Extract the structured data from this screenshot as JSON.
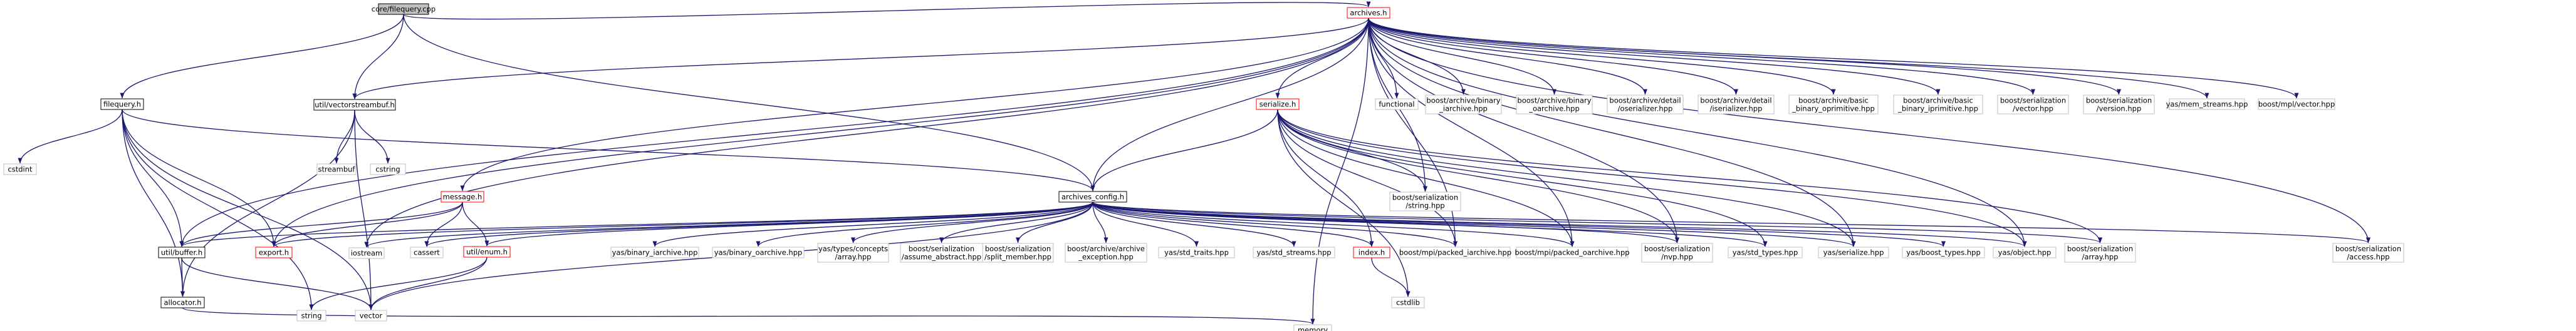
{
  "colors": {
    "edge": "#191970",
    "root_fill": "#bfbfbf",
    "node_fill": "#ffffff",
    "node_border": "#000000",
    "highlight_border": "#ff0000",
    "plain_text_border": "#bfbfbf",
    "background": "#ffffff"
  },
  "nodes": [
    {
      "id": "root",
      "lines": [
        "core/filequery.cpp"
      ],
      "style": "root"
    },
    {
      "id": "archives_h",
      "lines": [
        "archives.h"
      ],
      "style": "red"
    },
    {
      "id": "filequery_h",
      "lines": [
        "filequery.h"
      ],
      "style": "black"
    },
    {
      "id": "util_vectorstreambuf",
      "lines": [
        "util/vectorstreambuf.h"
      ],
      "style": "black"
    },
    {
      "id": "cstdint",
      "lines": [
        "cstdint"
      ],
      "style": "plain"
    },
    {
      "id": "streambuf",
      "lines": [
        "streambuf"
      ],
      "style": "plain"
    },
    {
      "id": "cstring",
      "lines": [
        "cstring"
      ],
      "style": "plain"
    },
    {
      "id": "functional",
      "lines": [
        "functional"
      ],
      "style": "plain"
    },
    {
      "id": "binary_iarchive",
      "lines": [
        "boost/archive/binary",
        "_iarchive.hpp"
      ],
      "style": "plain"
    },
    {
      "id": "binary_oarchive",
      "lines": [
        "boost/archive/binary",
        "_oarchive.hpp"
      ],
      "style": "plain"
    },
    {
      "id": "oserializer",
      "lines": [
        "boost/archive/detail",
        "/oserializer.hpp"
      ],
      "style": "plain"
    },
    {
      "id": "iserializer",
      "lines": [
        "boost/archive/detail",
        "/iserializer.hpp"
      ],
      "style": "plain"
    },
    {
      "id": "basic_oprimitive",
      "lines": [
        "boost/archive/basic",
        "_binary_oprimitive.hpp"
      ],
      "style": "plain"
    },
    {
      "id": "basic_iprimitive",
      "lines": [
        "boost/archive/basic",
        "_binary_iprimitive.hpp"
      ],
      "style": "plain"
    },
    {
      "id": "ser_vector",
      "lines": [
        "boost/serialization",
        "/vector.hpp"
      ],
      "style": "plain"
    },
    {
      "id": "ser_version",
      "lines": [
        "boost/serialization",
        "/version.hpp"
      ],
      "style": "plain"
    },
    {
      "id": "yas_mem_streams",
      "lines": [
        "yas/mem_streams.hpp"
      ],
      "style": "plain"
    },
    {
      "id": "mpl_vector",
      "lines": [
        "boost/mpl/vector.hpp"
      ],
      "style": "plain"
    },
    {
      "id": "serialize_h",
      "lines": [
        "serialize.h"
      ],
      "style": "red"
    },
    {
      "id": "message_h",
      "lines": [
        "message.h"
      ],
      "style": "red"
    },
    {
      "id": "archives_config",
      "lines": [
        "archives_config.h"
      ],
      "style": "black"
    },
    {
      "id": "ser_string",
      "lines": [
        "boost/serialization",
        "/string.hpp"
      ],
      "style": "plain"
    },
    {
      "id": "util_buffer",
      "lines": [
        "util/buffer.h"
      ],
      "style": "black"
    },
    {
      "id": "export_h",
      "lines": [
        "export.h"
      ],
      "style": "red"
    },
    {
      "id": "iostream",
      "lines": [
        "iostream"
      ],
      "style": "plain"
    },
    {
      "id": "cassert",
      "lines": [
        "cassert"
      ],
      "style": "plain"
    },
    {
      "id": "util_enum",
      "lines": [
        "util/enum.h"
      ],
      "style": "red"
    },
    {
      "id": "yas_binary_iarchive",
      "lines": [
        "yas/binary_iarchive.hpp"
      ],
      "style": "plain"
    },
    {
      "id": "yas_binary_oarchive",
      "lines": [
        "yas/binary_oarchive.hpp"
      ],
      "style": "plain"
    },
    {
      "id": "yas_array",
      "lines": [
        "yas/types/concepts",
        "/array.hpp"
      ],
      "style": "plain"
    },
    {
      "id": "assume_abstract",
      "lines": [
        "boost/serialization",
        "/assume_abstract.hpp"
      ],
      "style": "plain"
    },
    {
      "id": "split_member",
      "lines": [
        "boost/serialization",
        "/split_member.hpp"
      ],
      "style": "plain"
    },
    {
      "id": "archive_exception",
      "lines": [
        "boost/archive/archive",
        "_exception.hpp"
      ],
      "style": "plain"
    },
    {
      "id": "yas_std_traits",
      "lines": [
        "yas/std_traits.hpp"
      ],
      "style": "plain"
    },
    {
      "id": "yas_std_streams",
      "lines": [
        "yas/std_streams.hpp"
      ],
      "style": "plain"
    },
    {
      "id": "index_h",
      "lines": [
        "index.h"
      ],
      "style": "red"
    },
    {
      "id": "mpi_packed_iarchive",
      "lines": [
        "boost/mpi/packed_iarchive.hpp"
      ],
      "style": "plain"
    },
    {
      "id": "mpi_packed_oarchive",
      "lines": [
        "boost/mpi/packed_oarchive.hpp"
      ],
      "style": "plain"
    },
    {
      "id": "ser_nvp",
      "lines": [
        "boost/serialization",
        "/nvp.hpp"
      ],
      "style": "plain"
    },
    {
      "id": "yas_std_types",
      "lines": [
        "yas/std_types.hpp"
      ],
      "style": "plain"
    },
    {
      "id": "yas_serialize",
      "lines": [
        "yas/serialize.hpp"
      ],
      "style": "plain"
    },
    {
      "id": "yas_boost_types",
      "lines": [
        "yas/boost_types.hpp"
      ],
      "style": "plain"
    },
    {
      "id": "yas_object",
      "lines": [
        "yas/object.hpp"
      ],
      "style": "plain"
    },
    {
      "id": "ser_array",
      "lines": [
        "boost/serialization",
        "/array.hpp"
      ],
      "style": "plain"
    },
    {
      "id": "ser_access",
      "lines": [
        "boost/serialization",
        "/access.hpp"
      ],
      "style": "plain"
    },
    {
      "id": "allocator_h",
      "lines": [
        "allocator.h"
      ],
      "style": "black"
    },
    {
      "id": "string",
      "lines": [
        "string"
      ],
      "style": "plain"
    },
    {
      "id": "vector",
      "lines": [
        "vector"
      ],
      "style": "plain"
    },
    {
      "id": "cstdlib",
      "lines": [
        "cstdlib"
      ],
      "style": "plain"
    },
    {
      "id": "memory",
      "lines": [
        "memory"
      ],
      "style": "plain"
    }
  ]
}
